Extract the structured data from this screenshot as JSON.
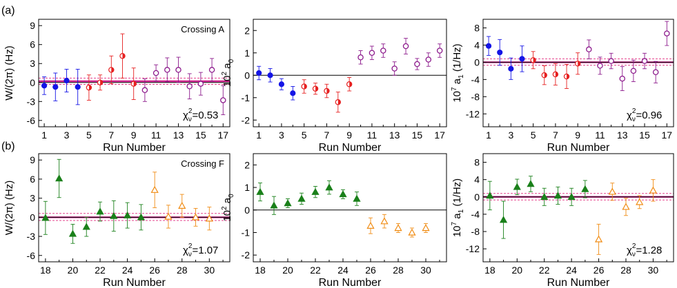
{
  "figure": {
    "rows": [
      {
        "label": "(a)"
      },
      {
        "label": "(b)"
      }
    ]
  },
  "colors": {
    "blue": "#1414e6",
    "red": "#e62020",
    "purple": "#8c1a8c",
    "green": "#1a801a",
    "orange": "#f08c14",
    "line_magenta": "#cc1a8c",
    "line_dashed": "#e6408c",
    "band": "#f6c6da"
  },
  "chart_data": [
    {
      "id": "a-W",
      "type": "scatter",
      "annotation": "Crossing A",
      "chi2_base": "χ",
      "chi2_sub": "ν",
      "chi2_sup": "2",
      "chi2_value": "=0.53",
      "xlabel": "Run Number",
      "ylabel": "W/(2π)  (Hz)",
      "xlim": [
        0.5,
        17.6
      ],
      "ylim": [
        -7,
        10
      ],
      "xticks": [
        1,
        3,
        5,
        7,
        9,
        11,
        13,
        15,
        17
      ],
      "yticks": [
        -6,
        -3,
        0,
        3,
        6,
        9
      ],
      "fit": {
        "center": 0.2,
        "band": [
          0.0,
          0.4
        ],
        "dashed": [
          -0.3,
          0.7
        ]
      },
      "points": [
        {
          "x": 1,
          "y": -0.5,
          "err": 1.4,
          "style": "blue"
        },
        {
          "x": 2,
          "y": -0.7,
          "err": 2.2,
          "style": "blue"
        },
        {
          "x": 3,
          "y": 0.3,
          "err": 1.8,
          "style": "blue"
        },
        {
          "x": 4,
          "y": -0.7,
          "err": 2.8,
          "style": "blue"
        },
        {
          "x": 5,
          "y": -0.8,
          "err": 2.0,
          "style": "red-half"
        },
        {
          "x": 6,
          "y": 0.0,
          "err": 1.2,
          "style": "red-half"
        },
        {
          "x": 7,
          "y": 2.0,
          "err": 2.2,
          "style": "red-half"
        },
        {
          "x": 8,
          "y": 4.2,
          "err": 3.5,
          "style": "red-half"
        },
        {
          "x": 9,
          "y": -0.2,
          "err": 2.5,
          "style": "red-half"
        },
        {
          "x": 10,
          "y": -1.2,
          "err": 1.8,
          "style": "purple-open"
        },
        {
          "x": 11,
          "y": 1.5,
          "err": 1.3,
          "style": "purple-open"
        },
        {
          "x": 12,
          "y": 2.0,
          "err": 1.9,
          "style": "purple-open"
        },
        {
          "x": 13,
          "y": 2.0,
          "err": 2.0,
          "style": "purple-open"
        },
        {
          "x": 14,
          "y": -0.6,
          "err": 2.0,
          "style": "purple-open"
        },
        {
          "x": 15,
          "y": -0.2,
          "err": 1.8,
          "style": "purple-open"
        },
        {
          "x": 16,
          "y": 2.0,
          "err": 1.8,
          "style": "purple-open"
        },
        {
          "x": 17,
          "y": -2.8,
          "err": 2.3,
          "style": "purple-open"
        }
      ]
    },
    {
      "id": "a-a0",
      "type": "scatter",
      "xlabel": "Run Number",
      "ylabel_base": "10",
      "ylabel_exp": "2",
      "ylabel_var": "a",
      "ylabel_sub": "0",
      "xlim": [
        0.5,
        17.6
      ],
      "ylim": [
        -2.3,
        2.5
      ],
      "xticks": [
        1,
        3,
        5,
        7,
        9,
        11,
        13,
        15,
        17
      ],
      "yticks": [
        -2,
        -1,
        0,
        1,
        2
      ],
      "zero_line": true,
      "points": [
        {
          "x": 1,
          "y": 0.1,
          "err": 0.3,
          "style": "blue"
        },
        {
          "x": 2,
          "y": 0.0,
          "err": 0.3,
          "style": "blue"
        },
        {
          "x": 3,
          "y": -0.4,
          "err": 0.25,
          "style": "blue"
        },
        {
          "x": 4,
          "y": -0.8,
          "err": 0.3,
          "style": "blue"
        },
        {
          "x": 5,
          "y": -0.5,
          "err": 0.3,
          "style": "red-half"
        },
        {
          "x": 6,
          "y": -0.6,
          "err": 0.25,
          "style": "red-half"
        },
        {
          "x": 7,
          "y": -0.7,
          "err": 0.3,
          "style": "red-half"
        },
        {
          "x": 8,
          "y": -1.2,
          "err": 0.45,
          "style": "red-half"
        },
        {
          "x": 9,
          "y": -0.4,
          "err": 0.3,
          "style": "red-half"
        },
        {
          "x": 10,
          "y": 0.8,
          "err": 0.3,
          "style": "purple-open"
        },
        {
          "x": 11,
          "y": 1.0,
          "err": 0.3,
          "style": "purple-open"
        },
        {
          "x": 12,
          "y": 1.1,
          "err": 0.3,
          "style": "purple-open"
        },
        {
          "x": 13,
          "y": 0.3,
          "err": 0.3,
          "style": "purple-open"
        },
        {
          "x": 14,
          "y": 1.3,
          "err": 0.35,
          "style": "purple-open"
        },
        {
          "x": 15,
          "y": 0.5,
          "err": 0.25,
          "style": "purple-open"
        },
        {
          "x": 16,
          "y": 0.7,
          "err": 0.3,
          "style": "purple-open"
        },
        {
          "x": 17,
          "y": 1.1,
          "err": 0.3,
          "style": "purple-open"
        }
      ]
    },
    {
      "id": "a-a1",
      "type": "scatter",
      "chi2_base": "χ",
      "chi2_sub": "ν",
      "chi2_sup": "2",
      "chi2_value": "=0.96",
      "xlabel": "Run Number",
      "ylabel_base": "10",
      "ylabel_exp": "7",
      "ylabel_var": "a",
      "ylabel_sub": "1",
      "ylabel_unit": " (1/Hz)",
      "xlim": [
        0.5,
        17.6
      ],
      "ylim": [
        -15,
        10
      ],
      "xticks": [
        1,
        3,
        5,
        7,
        9,
        11,
        13,
        15,
        17
      ],
      "yticks": [
        -12,
        -8,
        -4,
        0,
        4,
        8
      ],
      "fit": {
        "center": 0.0,
        "band": [
          -0.3,
          0.3
        ],
        "dashed": [
          -0.7,
          0.8
        ]
      },
      "points": [
        {
          "x": 1,
          "y": 3.8,
          "err": 2.2,
          "style": "blue"
        },
        {
          "x": 2,
          "y": 2.3,
          "err": 3.0,
          "style": "blue"
        },
        {
          "x": 3,
          "y": -1.5,
          "err": 2.5,
          "style": "blue"
        },
        {
          "x": 4,
          "y": 0.8,
          "err": 3.0,
          "style": "blue"
        },
        {
          "x": 5,
          "y": 0.5,
          "err": 2.0,
          "style": "red-half"
        },
        {
          "x": 6,
          "y": -3.0,
          "err": 2.2,
          "style": "red-half"
        },
        {
          "x": 7,
          "y": -2.8,
          "err": 2.5,
          "style": "red-half"
        },
        {
          "x": 8,
          "y": -3.3,
          "err": 2.8,
          "style": "red-half"
        },
        {
          "x": 9,
          "y": -0.3,
          "err": 2.5,
          "style": "red-half"
        },
        {
          "x": 10,
          "y": 3.0,
          "err": 2.2,
          "style": "purple-open"
        },
        {
          "x": 11,
          "y": -0.8,
          "err": 2.0,
          "style": "purple-open"
        },
        {
          "x": 12,
          "y": 0.3,
          "err": 1.8,
          "style": "purple-open"
        },
        {
          "x": 13,
          "y": -3.8,
          "err": 2.8,
          "style": "purple-open"
        },
        {
          "x": 14,
          "y": -2.0,
          "err": 2.5,
          "style": "purple-open"
        },
        {
          "x": 15,
          "y": 0.3,
          "err": 1.8,
          "style": "purple-open"
        },
        {
          "x": 16,
          "y": -2.3,
          "err": 2.5,
          "style": "purple-open"
        },
        {
          "x": 17,
          "y": 6.7,
          "err": 2.8,
          "style": "purple-open"
        }
      ]
    },
    {
      "id": "b-W",
      "type": "scatter",
      "annotation": "Crossing F",
      "chi2_base": "χ",
      "chi2_sub": "ν",
      "chi2_sup": "2",
      "chi2_value": "=1.07",
      "xlabel": "Run Number",
      "ylabel": "W/(2π)  (Hz)",
      "xlim": [
        17.5,
        31.5
      ],
      "ylim": [
        -7,
        10
      ],
      "xticks": [
        18,
        20,
        22,
        24,
        26,
        28,
        30
      ],
      "yticks": [
        -6,
        -3,
        0,
        3,
        6,
        9
      ],
      "fit": {
        "center": 0.0,
        "band": [
          -0.2,
          0.2
        ],
        "dashed": [
          -0.5,
          0.6
        ]
      },
      "points": [
        {
          "x": 18,
          "y": -0.1,
          "err": 2.6,
          "style": "green"
        },
        {
          "x": 19,
          "y": 6.1,
          "err": 3.0,
          "style": "green"
        },
        {
          "x": 20,
          "y": -2.6,
          "err": 1.5,
          "style": "green"
        },
        {
          "x": 21,
          "y": -1.5,
          "err": 1.5,
          "style": "green"
        },
        {
          "x": 22,
          "y": 0.9,
          "err": 1.5,
          "style": "green"
        },
        {
          "x": 23,
          "y": 0.2,
          "err": 2.4,
          "style": "green"
        },
        {
          "x": 24,
          "y": 0.3,
          "err": 2.0,
          "style": "green"
        },
        {
          "x": 25,
          "y": 0.0,
          "err": 2.0,
          "style": "green"
        },
        {
          "x": 26,
          "y": 4.3,
          "err": 2.8,
          "style": "orange-open"
        },
        {
          "x": 27,
          "y": 0.1,
          "err": 1.8,
          "style": "orange-open"
        },
        {
          "x": 28,
          "y": 1.8,
          "err": 1.8,
          "style": "orange-open"
        },
        {
          "x": 29,
          "y": 0.0,
          "err": 1.4,
          "style": "orange-open"
        },
        {
          "x": 30,
          "y": -0.2,
          "err": 1.8,
          "style": "orange-open"
        }
      ]
    },
    {
      "id": "b-a0",
      "type": "scatter",
      "xlabel": "Run Number",
      "ylabel_base": "10",
      "ylabel_exp": "2",
      "ylabel_var": "a",
      "ylabel_sub": "0",
      "xlim": [
        17.5,
        31.5
      ],
      "ylim": [
        -2.3,
        2.5
      ],
      "xticks": [
        18,
        20,
        22,
        24,
        26,
        28,
        30
      ],
      "yticks": [
        -2,
        -1,
        0,
        1,
        2
      ],
      "zero_line": true,
      "points": [
        {
          "x": 18,
          "y": 0.8,
          "err": 0.4,
          "style": "green"
        },
        {
          "x": 19,
          "y": 0.2,
          "err": 0.4,
          "style": "green"
        },
        {
          "x": 20,
          "y": 0.3,
          "err": 0.2,
          "style": "green"
        },
        {
          "x": 21,
          "y": 0.5,
          "err": 0.25,
          "style": "green"
        },
        {
          "x": 22,
          "y": 0.8,
          "err": 0.25,
          "style": "green"
        },
        {
          "x": 23,
          "y": 1.0,
          "err": 0.3,
          "style": "green"
        },
        {
          "x": 24,
          "y": 0.7,
          "err": 0.2,
          "style": "green"
        },
        {
          "x": 25,
          "y": 0.5,
          "err": 0.3,
          "style": "green"
        },
        {
          "x": 26,
          "y": -0.7,
          "err": 0.35,
          "style": "orange-open"
        },
        {
          "x": 27,
          "y": -0.5,
          "err": 0.3,
          "style": "orange-open"
        },
        {
          "x": 28,
          "y": -0.8,
          "err": 0.2,
          "style": "orange-open"
        },
        {
          "x": 29,
          "y": -1.0,
          "err": 0.2,
          "style": "orange-open"
        },
        {
          "x": 30,
          "y": -0.8,
          "err": 0.2,
          "style": "orange-open"
        }
      ]
    },
    {
      "id": "b-a1",
      "type": "scatter",
      "chi2_base": "χ",
      "chi2_sub": "ν",
      "chi2_sup": "2",
      "chi2_value": "=1.28",
      "xlabel": "Run Number",
      "ylabel_base": "10",
      "ylabel_exp": "7",
      "ylabel_var": "a",
      "ylabel_sub": "1",
      "ylabel_unit": " (1/Hz)",
      "xlim": [
        17.5,
        31.5
      ],
      "ylim": [
        -15,
        10
      ],
      "xticks": [
        18,
        20,
        22,
        24,
        26,
        28,
        30
      ],
      "yticks": [
        -12,
        -8,
        -4,
        0,
        4,
        8
      ],
      "fit": {
        "center": 0.0,
        "band": [
          -0.3,
          0.3
        ],
        "dashed": [
          -0.7,
          0.8
        ]
      },
      "points": [
        {
          "x": 18,
          "y": 0.3,
          "err": 3.3,
          "style": "green"
        },
        {
          "x": 19,
          "y": -5.3,
          "err": 4.3,
          "style": "green"
        },
        {
          "x": 20,
          "y": 2.3,
          "err": 1.8,
          "style": "green"
        },
        {
          "x": 21,
          "y": 3.0,
          "err": 1.8,
          "style": "green"
        },
        {
          "x": 22,
          "y": 0.0,
          "err": 2.0,
          "style": "green"
        },
        {
          "x": 23,
          "y": 0.3,
          "err": 2.0,
          "style": "green"
        },
        {
          "x": 24,
          "y": 0.0,
          "err": 2.0,
          "style": "green"
        },
        {
          "x": 25,
          "y": 1.8,
          "err": 2.0,
          "style": "green"
        },
        {
          "x": 26,
          "y": -9.8,
          "err": 3.5,
          "style": "orange-open"
        },
        {
          "x": 27,
          "y": 1.2,
          "err": 2.0,
          "style": "orange-open"
        },
        {
          "x": 28,
          "y": -2.3,
          "err": 2.0,
          "style": "orange-open"
        },
        {
          "x": 29,
          "y": -1.2,
          "err": 1.5,
          "style": "orange-open"
        },
        {
          "x": 30,
          "y": 1.5,
          "err": 2.5,
          "style": "orange-open"
        }
      ]
    }
  ]
}
